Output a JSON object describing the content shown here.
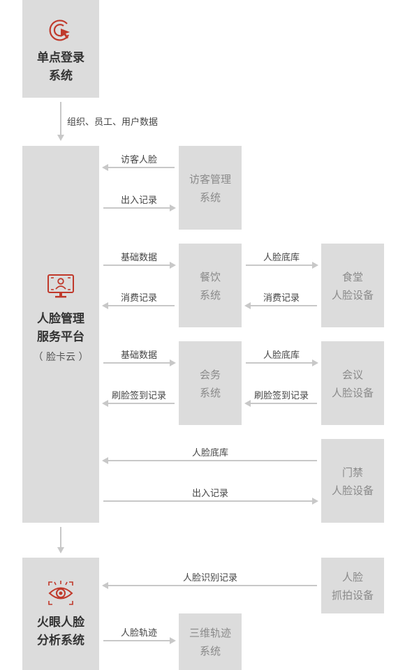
{
  "sso": {
    "line1": "单点登录",
    "line2": "系统"
  },
  "flow_top_label": "组织、员工、用户数据",
  "platform": {
    "line1": "人脸管理",
    "line2": "服务平台",
    "sub": "（ 脸卡云 ）"
  },
  "visitor": {
    "line1": "访客管理",
    "line2": "系统",
    "in_label": "访客人脸",
    "out_label": "出入记录"
  },
  "catering": {
    "line1": "餐饮",
    "line2": "系统",
    "base_label": "基础数据",
    "record_label": "消费记录",
    "device_face_label": "人脸底库",
    "device_record_label": "消费记录"
  },
  "canteen_device": {
    "line1": "食堂",
    "line2": "人脸设备"
  },
  "meeting": {
    "line1": "会务",
    "line2": "系统",
    "base_label": "基础数据",
    "record_label": "刷脸签到记录",
    "device_face_label": "人脸底库",
    "device_record_label": "刷脸签到记录"
  },
  "meeting_device": {
    "line1": "会议",
    "line2": "人脸设备"
  },
  "access": {
    "line1": "门禁",
    "line2": "人脸设备",
    "face_label": "人脸底库",
    "record_label": "出入记录"
  },
  "analysis": {
    "line1": "火眼人脸",
    "line2": "分析系统"
  },
  "capture_device": {
    "line1": "人脸",
    "line2": "抓拍设备",
    "record_label": "人脸识别记录"
  },
  "trajectory": {
    "line1": "三维轨迹",
    "line2": "系统",
    "label": "人脸轨迹"
  },
  "colors": {
    "accent": "#c0392b",
    "box": "#dcdcdc",
    "arrow": "#c8c8c8"
  },
  "icons": {
    "sso": "cursor-click-icon",
    "platform": "face-monitor-icon",
    "analysis": "eye-scan-icon"
  }
}
